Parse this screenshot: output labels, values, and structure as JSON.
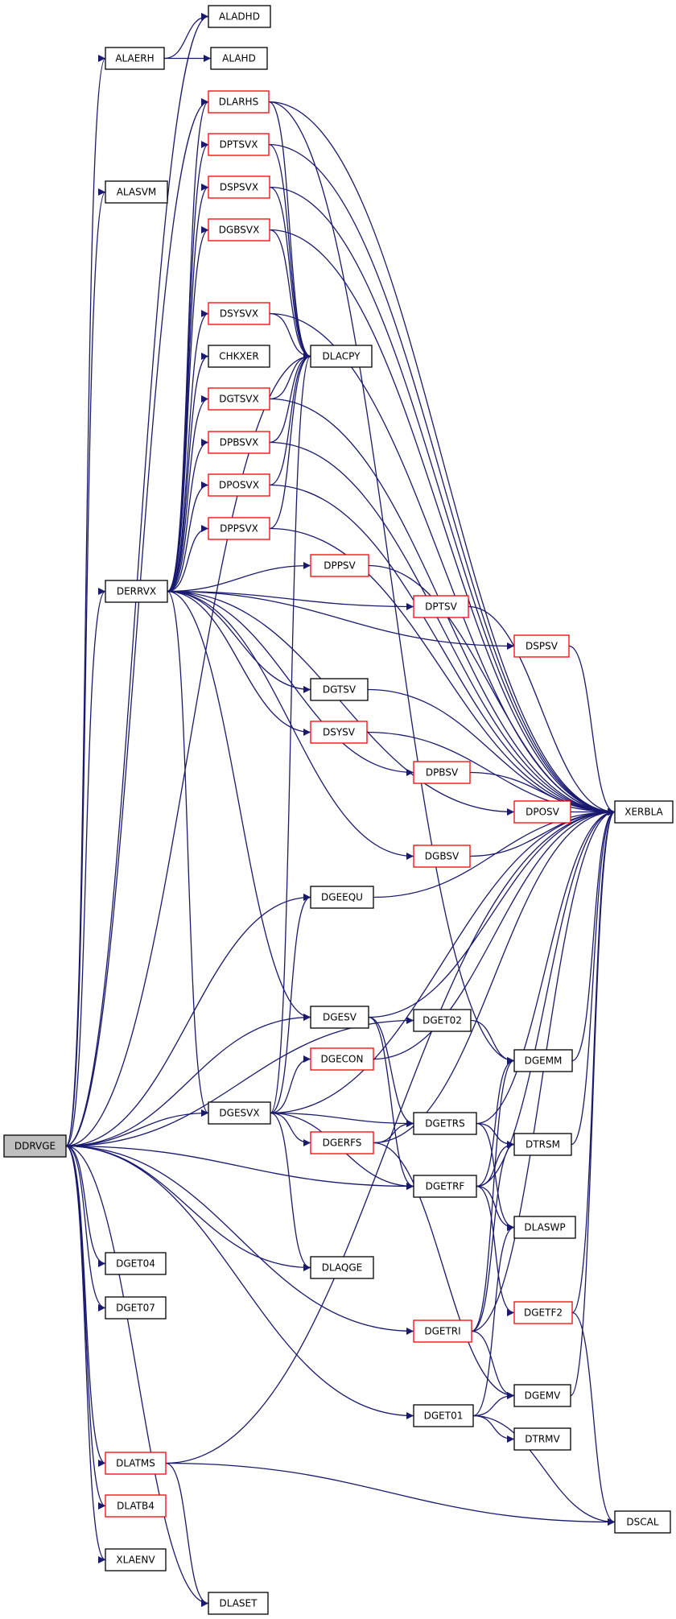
{
  "graph": {
    "colors": {
      "edge": "#191970",
      "root_fill": "#bfbfbf",
      "node_border": "#000000",
      "linked_border": "#ff0000",
      "node_fill": "#ffffff"
    },
    "nodes": [
      {
        "id": "DDRVGE",
        "label": "DDRVGE",
        "style": "root"
      },
      {
        "id": "ALADHD",
        "label": "ALADHD",
        "style": "black"
      },
      {
        "id": "ALAERH",
        "label": "ALAERH",
        "style": "black"
      },
      {
        "id": "ALAHD",
        "label": "ALAHD",
        "style": "black"
      },
      {
        "id": "ALASVM",
        "label": "ALASVM",
        "style": "black"
      },
      {
        "id": "DERRVX",
        "label": "DERRVX",
        "style": "black"
      },
      {
        "id": "DLARHS",
        "label": "DLARHS",
        "style": "red"
      },
      {
        "id": "DPTSVX",
        "label": "DPTSVX",
        "style": "red"
      },
      {
        "id": "DSPSVX",
        "label": "DSPSVX",
        "style": "red"
      },
      {
        "id": "DGBSVX",
        "label": "DGBSVX",
        "style": "red"
      },
      {
        "id": "DSYSVX",
        "label": "DSYSVX",
        "style": "red"
      },
      {
        "id": "CHKXER",
        "label": "CHKXER",
        "style": "black"
      },
      {
        "id": "DLACPY",
        "label": "DLACPY",
        "style": "black"
      },
      {
        "id": "DGTSVX",
        "label": "DGTSVX",
        "style": "red"
      },
      {
        "id": "DPBSVX",
        "label": "DPBSVX",
        "style": "red"
      },
      {
        "id": "DPOSVX",
        "label": "DPOSVX",
        "style": "red"
      },
      {
        "id": "DPPSVX",
        "label": "DPPSVX",
        "style": "red"
      },
      {
        "id": "DPPSV",
        "label": "DPPSV",
        "style": "red"
      },
      {
        "id": "DPTSV",
        "label": "DPTSV",
        "style": "red"
      },
      {
        "id": "DSPSV",
        "label": "DSPSV",
        "style": "red"
      },
      {
        "id": "DGTSV",
        "label": "DGTSV",
        "style": "black"
      },
      {
        "id": "DSYSV",
        "label": "DSYSV",
        "style": "red"
      },
      {
        "id": "DPBSV",
        "label": "DPBSV",
        "style": "red"
      },
      {
        "id": "DPOSV",
        "label": "DPOSV",
        "style": "red"
      },
      {
        "id": "XERBLA",
        "label": "XERBLA",
        "style": "black"
      },
      {
        "id": "DGBSV",
        "label": "DGBSV",
        "style": "red"
      },
      {
        "id": "DGEEQU",
        "label": "DGEEQU",
        "style": "black"
      },
      {
        "id": "DGESV",
        "label": "DGESV",
        "style": "black"
      },
      {
        "id": "DGET02",
        "label": "DGET02",
        "style": "black"
      },
      {
        "id": "DGECON",
        "label": "DGECON",
        "style": "red"
      },
      {
        "id": "DGEMM",
        "label": "DGEMM",
        "style": "black"
      },
      {
        "id": "DGESVX",
        "label": "DGESVX",
        "style": "black"
      },
      {
        "id": "DGERFS",
        "label": "DGERFS",
        "style": "red"
      },
      {
        "id": "DGETRS",
        "label": "DGETRS",
        "style": "black"
      },
      {
        "id": "DTRSM",
        "label": "DTRSM",
        "style": "black"
      },
      {
        "id": "DGETRF",
        "label": "DGETRF",
        "style": "black"
      },
      {
        "id": "DLASWP",
        "label": "DLASWP",
        "style": "black"
      },
      {
        "id": "DGET04",
        "label": "DGET04",
        "style": "black"
      },
      {
        "id": "DLAQGE",
        "label": "DLAQGE",
        "style": "black"
      },
      {
        "id": "DGETF2",
        "label": "DGETF2",
        "style": "red"
      },
      {
        "id": "DGET07",
        "label": "DGET07",
        "style": "black"
      },
      {
        "id": "DGETRI",
        "label": "DGETRI",
        "style": "red"
      },
      {
        "id": "DGEMV",
        "label": "DGEMV",
        "style": "black"
      },
      {
        "id": "DGET01",
        "label": "DGET01",
        "style": "black"
      },
      {
        "id": "DTRMV",
        "label": "DTRMV",
        "style": "black"
      },
      {
        "id": "DLATMS",
        "label": "DLATMS",
        "style": "red"
      },
      {
        "id": "DLATB4",
        "label": "DLATB4",
        "style": "red"
      },
      {
        "id": "DSCAL",
        "label": "DSCAL",
        "style": "black"
      },
      {
        "id": "XLAENV",
        "label": "XLAENV",
        "style": "black"
      },
      {
        "id": "DLASET",
        "label": "DLASET",
        "style": "black"
      }
    ],
    "edges": [
      [
        "DDRVGE",
        "ALADHD"
      ],
      [
        "DDRVGE",
        "ALAERH"
      ],
      [
        "DDRVGE",
        "ALASVM"
      ],
      [
        "DDRVGE",
        "DERRVX"
      ],
      [
        "DDRVGE",
        "DGEEQU"
      ],
      [
        "DDRVGE",
        "DGESV"
      ],
      [
        "DDRVGE",
        "DGET02"
      ],
      [
        "DDRVGE",
        "DGESVX"
      ],
      [
        "DDRVGE",
        "DLAQGE"
      ],
      [
        "DDRVGE",
        "DGETRF"
      ],
      [
        "DDRVGE",
        "DGET04"
      ],
      [
        "DDRVGE",
        "DGET07"
      ],
      [
        "DDRVGE",
        "DGETRI"
      ],
      [
        "DDRVGE",
        "DGET01"
      ],
      [
        "DDRVGE",
        "DLATMS"
      ],
      [
        "DDRVGE",
        "DLATB4"
      ],
      [
        "DDRVGE",
        "XLAENV"
      ],
      [
        "DDRVGE",
        "DLASET"
      ],
      [
        "DDRVGE",
        "DLACPY"
      ],
      [
        "DDRVGE",
        "DLARHS"
      ],
      [
        "ALAERH",
        "ALADHD"
      ],
      [
        "ALAERH",
        "ALAHD"
      ],
      [
        "DERRVX",
        "DLARHS"
      ],
      [
        "DERRVX",
        "DPTSVX"
      ],
      [
        "DERRVX",
        "DSPSVX"
      ],
      [
        "DERRVX",
        "DGBSVX"
      ],
      [
        "DERRVX",
        "DSYSVX"
      ],
      [
        "DERRVX",
        "CHKXER"
      ],
      [
        "DERRVX",
        "DGTSVX"
      ],
      [
        "DERRVX",
        "DPBSVX"
      ],
      [
        "DERRVX",
        "DPOSVX"
      ],
      [
        "DERRVX",
        "DPPSVX"
      ],
      [
        "DERRVX",
        "DPPSV"
      ],
      [
        "DERRVX",
        "DPTSV"
      ],
      [
        "DERRVX",
        "DSPSV"
      ],
      [
        "DERRVX",
        "DGTSV"
      ],
      [
        "DERRVX",
        "DSYSV"
      ],
      [
        "DERRVX",
        "DPBSV"
      ],
      [
        "DERRVX",
        "DPOSV"
      ],
      [
        "DERRVX",
        "DGBSV"
      ],
      [
        "DERRVX",
        "DGESV"
      ],
      [
        "DERRVX",
        "DGESVX"
      ],
      [
        "DLARHS",
        "DLACPY"
      ],
      [
        "DLARHS",
        "XERBLA"
      ],
      [
        "DLARHS",
        "DGEMM"
      ],
      [
        "DPTSVX",
        "DLACPY"
      ],
      [
        "DPTSVX",
        "XERBLA"
      ],
      [
        "DSPSVX",
        "DLACPY"
      ],
      [
        "DSPSVX",
        "XERBLA"
      ],
      [
        "DGBSVX",
        "DLACPY"
      ],
      [
        "DGBSVX",
        "XERBLA"
      ],
      [
        "DSYSVX",
        "DLACPY"
      ],
      [
        "DSYSVX",
        "XERBLA"
      ],
      [
        "DGTSVX",
        "DLACPY"
      ],
      [
        "DGTSVX",
        "XERBLA"
      ],
      [
        "DPBSVX",
        "DLACPY"
      ],
      [
        "DPBSVX",
        "XERBLA"
      ],
      [
        "DPOSVX",
        "DLACPY"
      ],
      [
        "DPOSVX",
        "XERBLA"
      ],
      [
        "DPPSVX",
        "DLACPY"
      ],
      [
        "DPPSVX",
        "XERBLA"
      ],
      [
        "DPPSV",
        "XERBLA"
      ],
      [
        "DPTSV",
        "XERBLA"
      ],
      [
        "DSPSV",
        "XERBLA"
      ],
      [
        "DGTSV",
        "XERBLA"
      ],
      [
        "DSYSV",
        "XERBLA"
      ],
      [
        "DPBSV",
        "XERBLA"
      ],
      [
        "DPOSV",
        "XERBLA"
      ],
      [
        "DGBSV",
        "XERBLA"
      ],
      [
        "DGEEQU",
        "XERBLA"
      ],
      [
        "DGESV",
        "XERBLA"
      ],
      [
        "DGESV",
        "DGETRS"
      ],
      [
        "DGESV",
        "DGETRF"
      ],
      [
        "DGET02",
        "DGEMM"
      ],
      [
        "DGECON",
        "XERBLA"
      ],
      [
        "DGESVX",
        "DGEEQU"
      ],
      [
        "DGESVX",
        "DGECON"
      ],
      [
        "DGESVX",
        "DGERFS"
      ],
      [
        "DGESVX",
        "DGETRS"
      ],
      [
        "DGESVX",
        "DGETRF"
      ],
      [
        "DGESVX",
        "DLAQGE"
      ],
      [
        "DGESVX",
        "XERBLA"
      ],
      [
        "DGESVX",
        "DLACPY"
      ],
      [
        "DGERFS",
        "DGETRS"
      ],
      [
        "DGERFS",
        "XERBLA"
      ],
      [
        "DGERFS",
        "DGEMV"
      ],
      [
        "DGETRS",
        "DTRSM"
      ],
      [
        "DGETRS",
        "DLASWP"
      ],
      [
        "DGETRS",
        "XERBLA"
      ],
      [
        "DGETRF",
        "DGEMM"
      ],
      [
        "DGETRF",
        "DTRSM"
      ],
      [
        "DGETRF",
        "DLASWP"
      ],
      [
        "DGETRF",
        "DGETF2"
      ],
      [
        "DGETRF",
        "XERBLA"
      ],
      [
        "DGEMM",
        "XERBLA"
      ],
      [
        "DTRSM",
        "XERBLA"
      ],
      [
        "DGETF2",
        "XERBLA"
      ],
      [
        "DGETF2",
        "DSCAL"
      ],
      [
        "DGETRI",
        "DGEMM"
      ],
      [
        "DGETRI",
        "DTRSM"
      ],
      [
        "DGETRI",
        "DGEMV"
      ],
      [
        "DGETRI",
        "XERBLA"
      ],
      [
        "DGEMV",
        "XERBLA"
      ],
      [
        "DGET01",
        "DGEMV"
      ],
      [
        "DGET01",
        "DTRMV"
      ],
      [
        "DGET01",
        "DSCAL"
      ],
      [
        "DGET01",
        "DLASWP"
      ],
      [
        "DLATMS",
        "XERBLA"
      ],
      [
        "DLATMS",
        "DSCAL"
      ],
      [
        "DLATMS",
        "DLASET"
      ]
    ]
  }
}
